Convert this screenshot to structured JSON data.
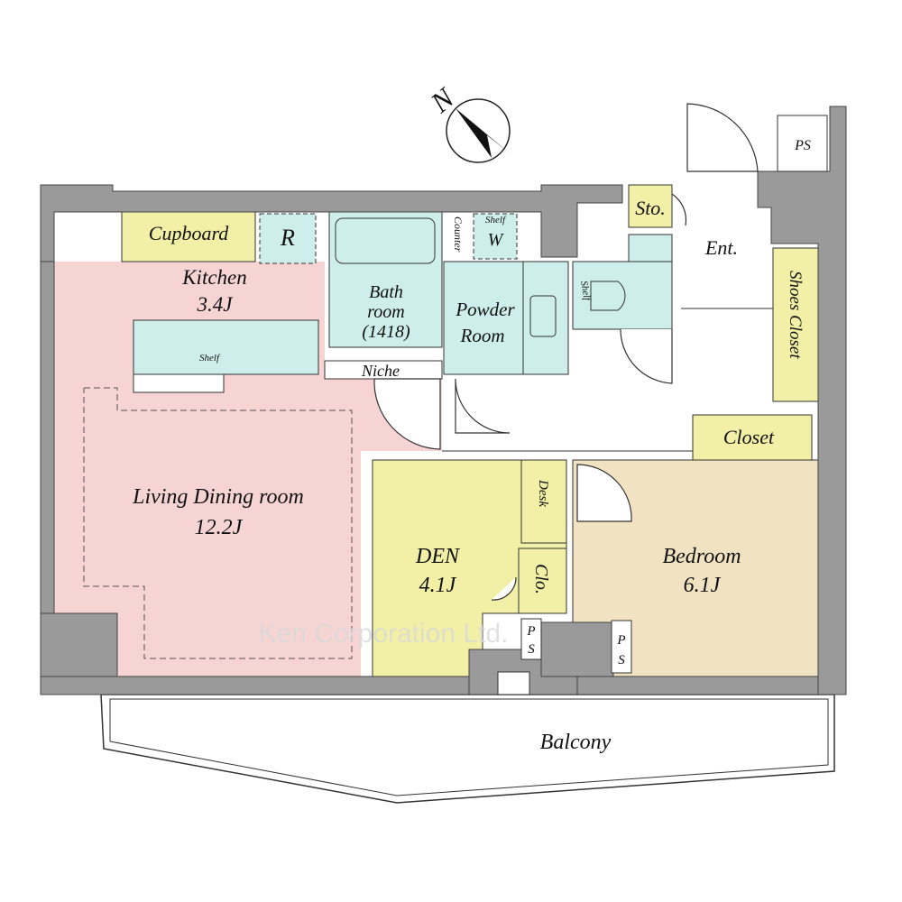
{
  "compass": {
    "label": "N"
  },
  "rooms": {
    "cupboard": "Cupboard",
    "refrigerator": "R",
    "kitchen": "Kitchen",
    "kitchen_size": "3.4J",
    "shelf_kitchen": "Shelf",
    "bathroom_line1": "Bath",
    "bathroom_line2": "room",
    "bathroom_line3": "(1418)",
    "counter": "Counter",
    "shelf_w": "Shelf",
    "washer": "W",
    "powder_line1": "Powder",
    "powder_line2": "Room",
    "shelf_toilet": "Shelf",
    "storage": "Sto.",
    "entrance": "Ent.",
    "shoes_closet": "Shoes Closet",
    "niche": "Niche",
    "closet": "Closet",
    "living": "Living Dining room",
    "living_size": "12.2J",
    "den": "DEN",
    "den_size": "4.1J",
    "desk": "Desk",
    "den_closet": "Clo.",
    "bedroom": "Bedroom",
    "bedroom_size": "6.1J",
    "ps": "PS",
    "ps_p": "P",
    "ps_s": "S",
    "balcony": "Balcony"
  },
  "colors": {
    "living": "#f6d4d4",
    "wet": "#cdeeea",
    "yellow": "#f2f0a6",
    "bedroom": "#f1e2c2",
    "wall": "#9a9a9a"
  },
  "watermark": "Ken Corporation Ltd."
}
